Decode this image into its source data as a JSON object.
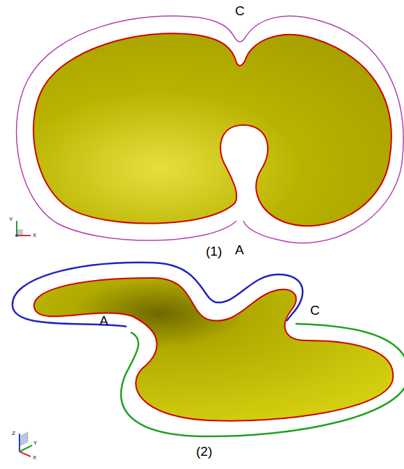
{
  "diagram": {
    "labels": [
      "C",
      "(1)",
      "A",
      "Y",
      "X",
      "A",
      "C",
      "Z",
      "Y",
      "X",
      "(2)"
    ]
  }
}
